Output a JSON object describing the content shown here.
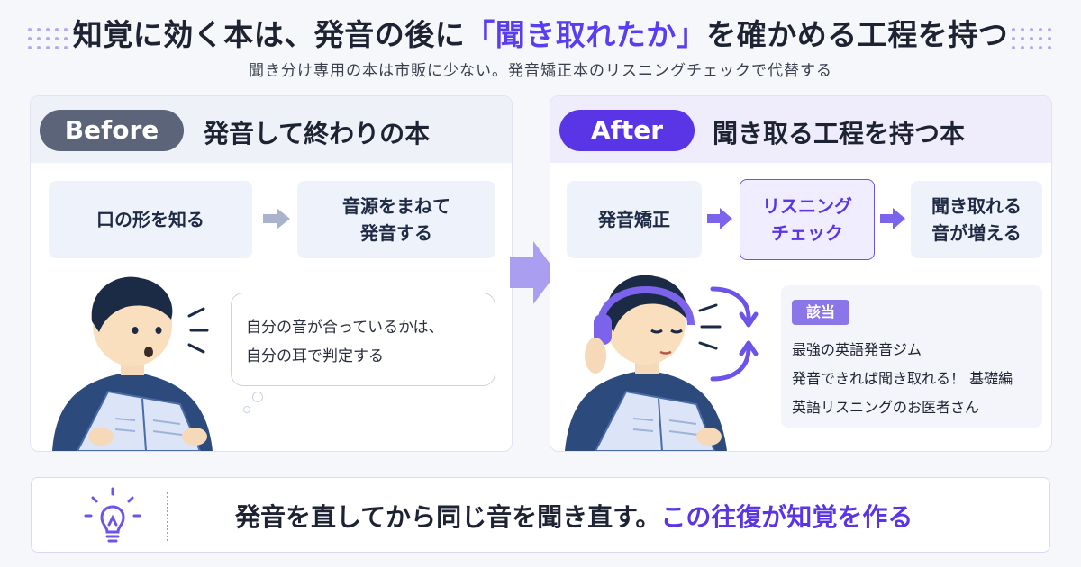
{
  "header": {
    "title_before": "知覚に効く本は、発音の後に",
    "title_highlight": "「聞き取れたか」",
    "title_after": "を確かめる工程を持つ",
    "subtitle": "聞き分け専用の本は市販に少ない。発音矯正本のリスニングチェックで代替する"
  },
  "before": {
    "badge": "Before",
    "title": "発音して終わりの本",
    "steps": [
      "口の形を知る",
      "音源をまねて\n発音する"
    ],
    "bubble_lines": [
      "自分の音が合っているかは、",
      "自分の耳で判定する"
    ]
  },
  "after": {
    "badge": "After",
    "title": "聞き取る工程を持つ本",
    "steps": [
      "発音矯正",
      "リスニング\nチェック",
      "聞き取れる\n音が増える"
    ],
    "ref_label": "該当",
    "ref_items": [
      "最強の英語発音ジム",
      "発音できれば聞き取れる！ 基礎編",
      "英語リスニングのお医者さん"
    ]
  },
  "footer": {
    "text": "発音を直してから同じ音を聞き直す。",
    "highlight": "この往復が知覚を作る"
  },
  "colors": {
    "accent": "#5a35e6",
    "before_badge": "#5b6479",
    "step_bg": "#eef3fb"
  }
}
